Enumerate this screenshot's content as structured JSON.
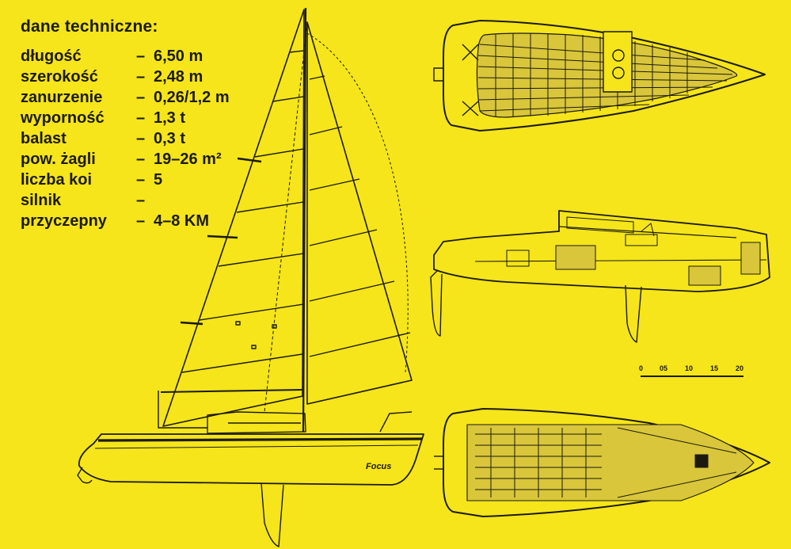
{
  "specs": {
    "heading": "dane techniczne:",
    "rows": [
      {
        "label": "długość",
        "dash": "–",
        "value": "6,50 m"
      },
      {
        "label": "szerokość",
        "dash": "–",
        "value": "2,48 m"
      },
      {
        "label": "zanurzenie",
        "dash": "–",
        "value": "0,26/1,2 m"
      },
      {
        "label": "wyporność",
        "dash": "–",
        "value": "1,3 t"
      },
      {
        "label": "balast",
        "dash": "–",
        "value": "0,3 t"
      },
      {
        "label": "pow. żagli",
        "dash": "–",
        "value": "19–26 m²"
      },
      {
        "label": "liczba koi",
        "dash": "–",
        "value": "5"
      },
      {
        "label": "silnik",
        "dash": "–",
        "value": ""
      },
      {
        "label": "przyczepny",
        "dash": "–",
        "value": "4–8 KM"
      }
    ]
  },
  "boat": {
    "name": "Focus"
  },
  "scale_bar": {
    "ticks": [
      "0",
      "05",
      "10",
      "15",
      "20"
    ]
  },
  "colors": {
    "background": "#f5e51a",
    "ink": "#1c1a10",
    "wood": "#c9ad3a"
  }
}
